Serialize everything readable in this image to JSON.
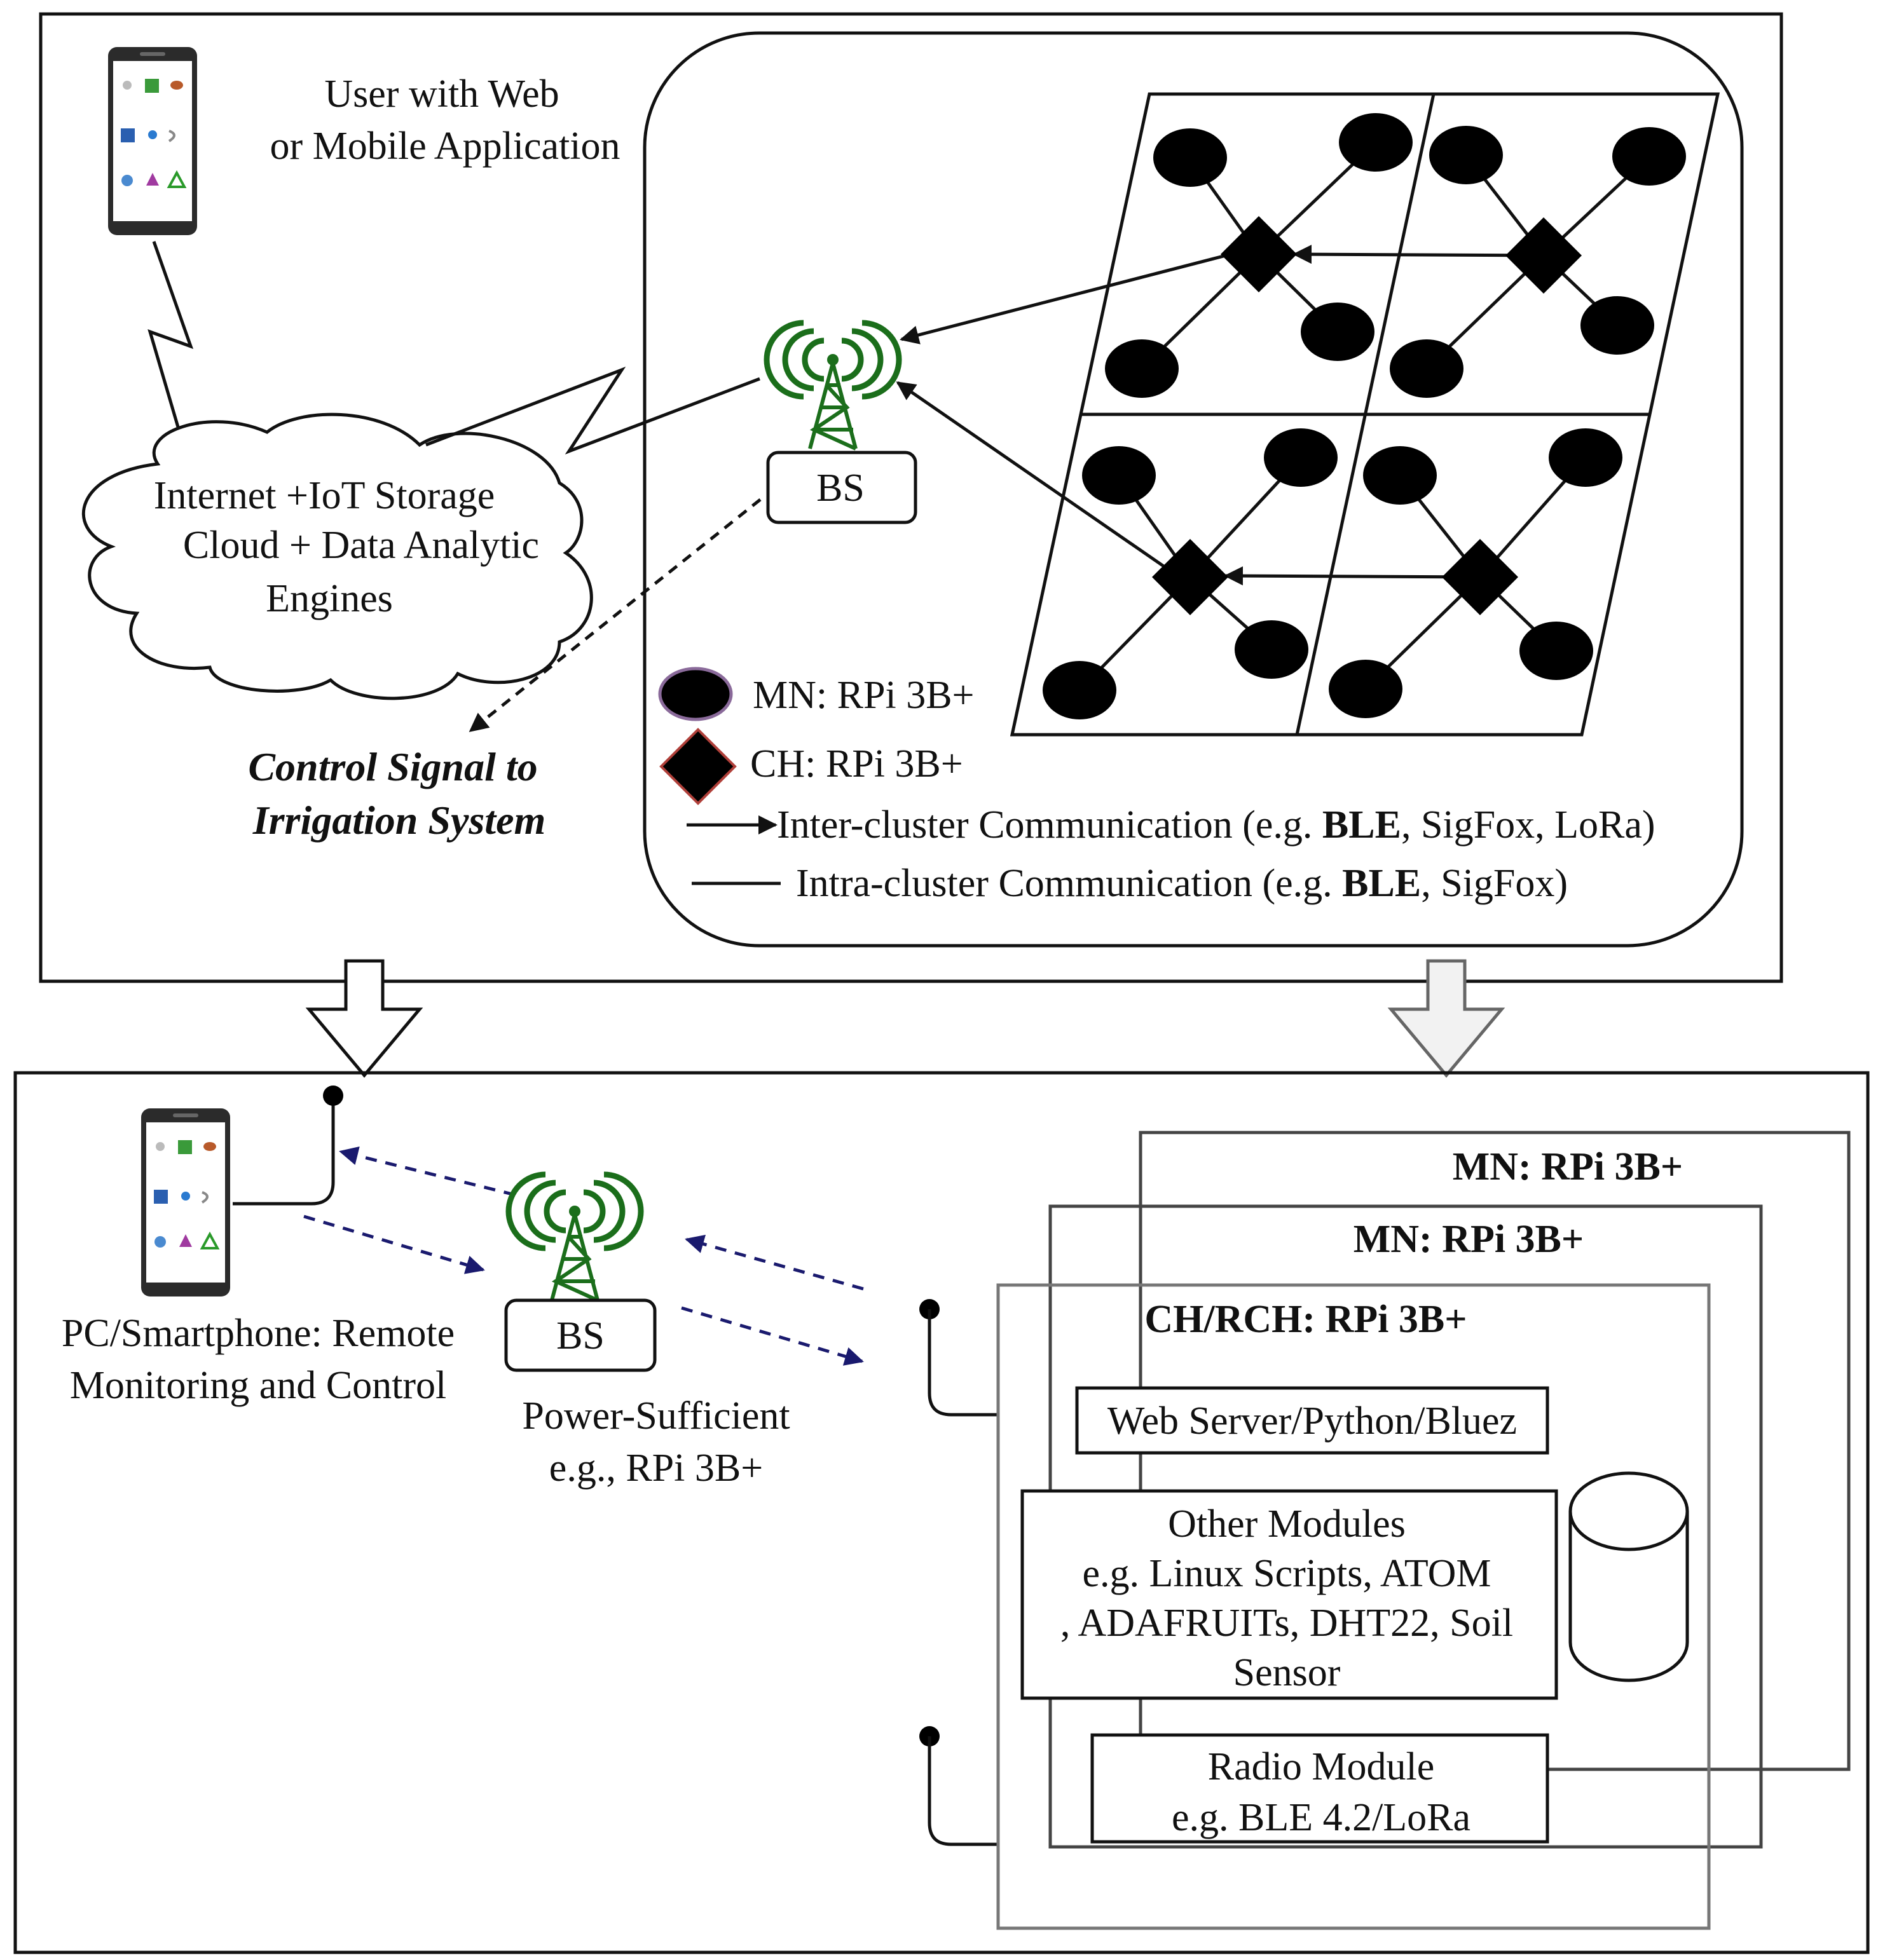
{
  "top": {
    "user_label_1": "User with Web",
    "user_label_2": "or Mobile Application",
    "cloud_line_1": "Internet +IoT Storage",
    "cloud_line_2": "Cloud + Data Analytic",
    "cloud_line_3": "Engines",
    "bs_label": "BS",
    "control_line_1": "Control Signal to",
    "control_line_2": "Irrigation System"
  },
  "legend": {
    "mn": "MN: RPi 3B+",
    "ch": "CH: RPi 3B+",
    "inter_prefix": "Inter-cluster Communication  (e.g. ",
    "inter_bold": "BLE",
    "inter_suffix": ", SigFox, LoRa)",
    "intra_prefix": "Intra-cluster Communication (e.g. ",
    "intra_bold": "BLE",
    "intra_suffix": ", SigFox)"
  },
  "bottom": {
    "device_line_1": "PC/Smartphone: Remote",
    "device_line_2": "Monitoring and Control",
    "bs_label": "BS",
    "bs_caption_1": "Power-Sufficient",
    "bs_caption_2": "e.g., RPi 3B+",
    "card_back": "MN: RPi 3B+",
    "card_mid": "MN: RPi 3B+",
    "card_front": "CH/RCH: RPi 3B+",
    "web_server": "Web Server/Python/Bluez",
    "other_1": "Other Modules",
    "other_2": "e.g. Linux Scripts, ATOM",
    "other_3": ", ADAFRUITs, DHT22, Soil",
    "other_4": "Sensor",
    "radio_1": "Radio Module",
    "radio_2": "e.g. BLE 4.2/LoRa"
  },
  "colors": {
    "tower_green": "#1b6e1b",
    "dashed_navy": "#1a1a6e",
    "mn_outline": "#8a6a9a",
    "ch_outline": "#b0403a",
    "card_grey": "#666666"
  }
}
